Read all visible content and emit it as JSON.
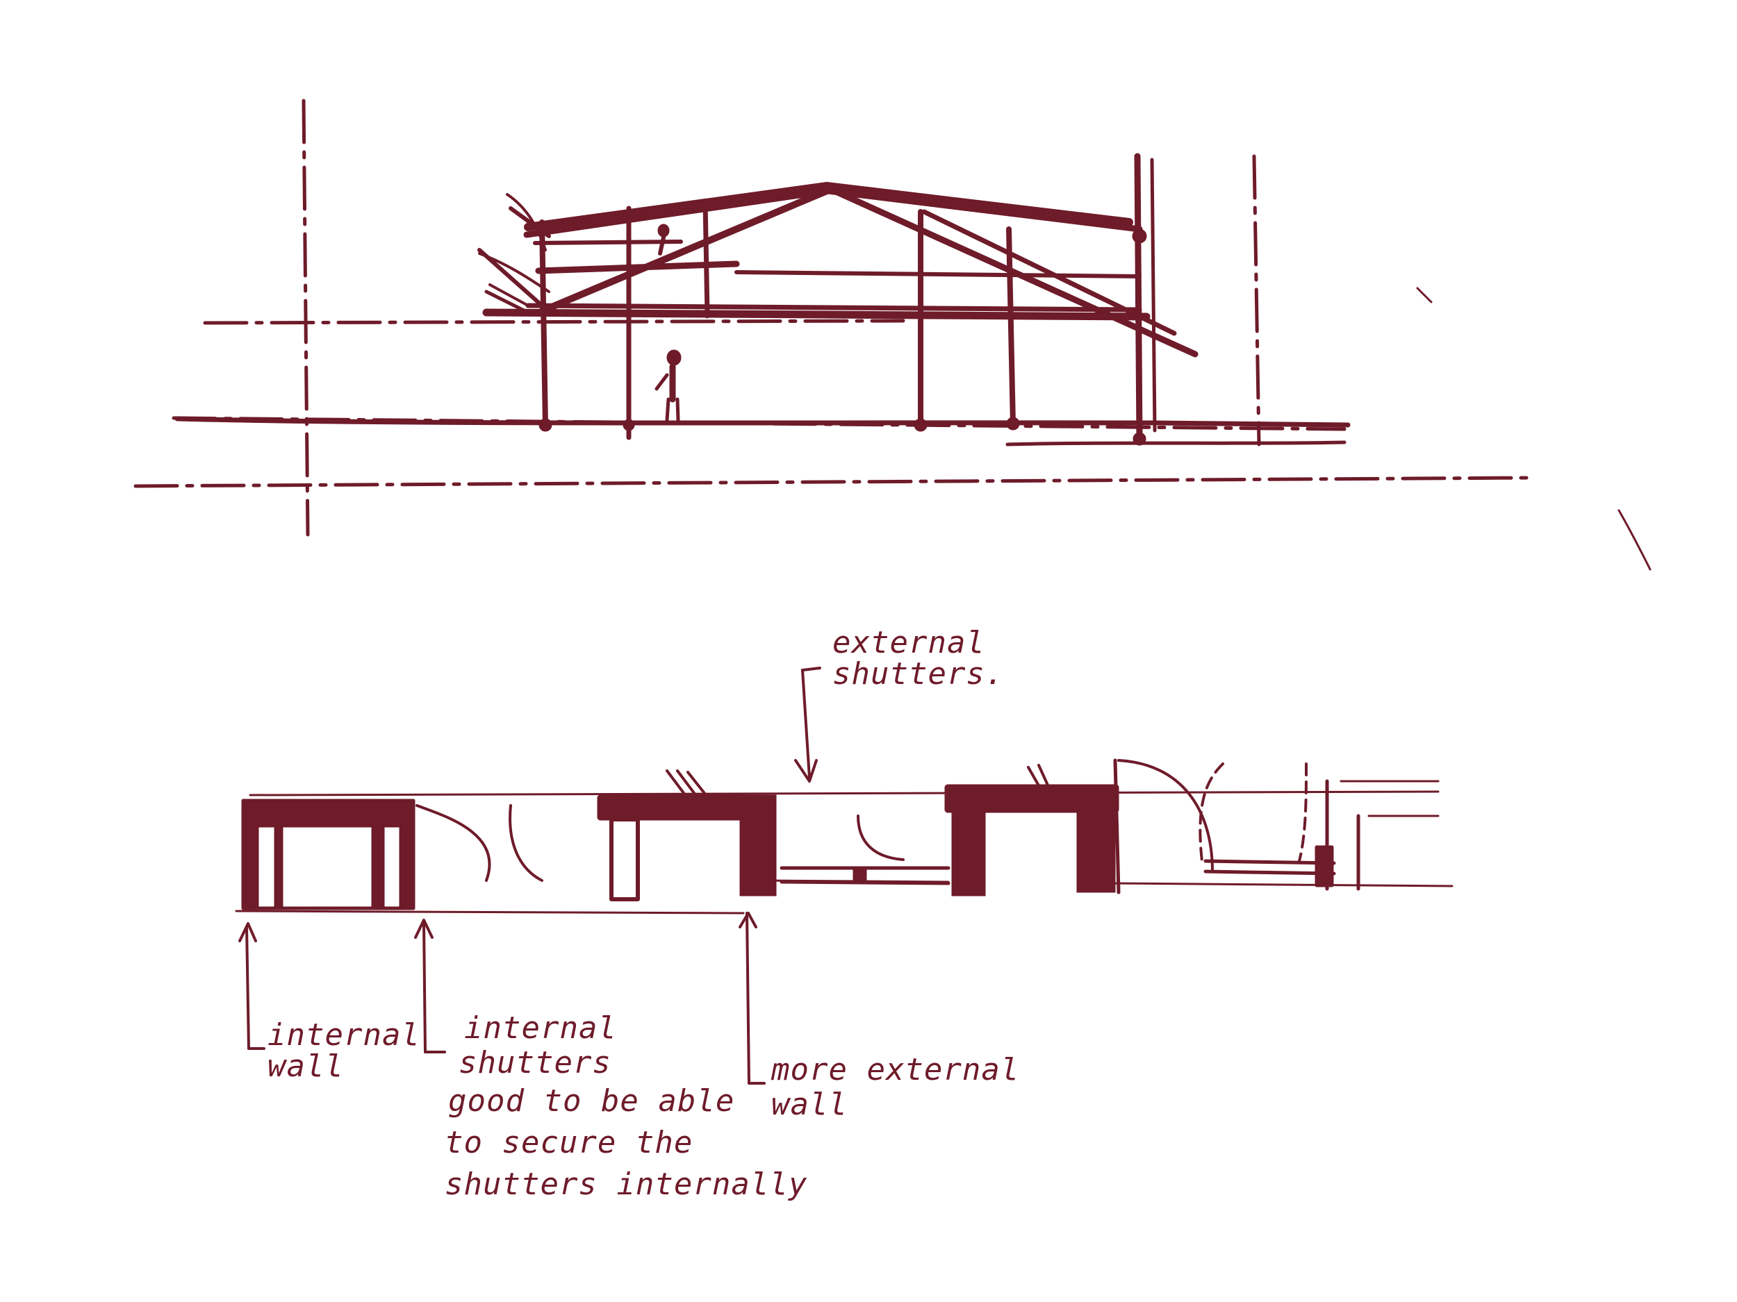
{
  "ink_color": "#6e1b2a",
  "background_color": "#ffffff",
  "plan_annotations": {
    "external_shutters": [
      "external",
      "shutters."
    ],
    "internal_wall": [
      "internal",
      "wall"
    ],
    "internal_shutters": [
      "internal",
      "shutters",
      "good to be able",
      "to secure the",
      "shutters internally"
    ],
    "more_external_wall": [
      "more external",
      "wall"
    ]
  }
}
